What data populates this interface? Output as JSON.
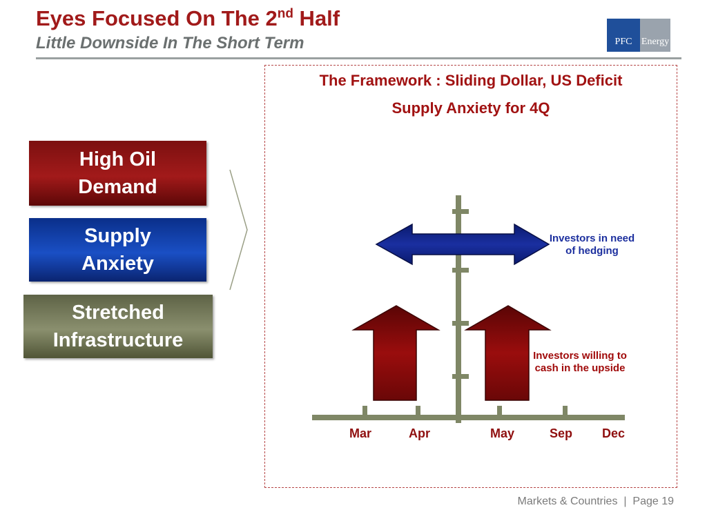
{
  "header": {
    "title_main": "Eyes Focused On The 2",
    "title_sup": "nd",
    "title_tail": " Half",
    "subtitle": "Little Downside In The Short Term",
    "logo_left": "PFC",
    "logo_right": "Energy"
  },
  "factors": [
    {
      "line1": "High Oil",
      "line2": "Demand",
      "color": "#8b1414"
    },
    {
      "line1": "Supply",
      "line2": "Anxiety",
      "color": "#1440a8"
    },
    {
      "line1": "Stretched",
      "line2": "Infrastructure",
      "color": "#74795a"
    }
  ],
  "framework": {
    "title_line1": "The Framework : Sliding Dollar, US Deficit",
    "title_line2": "Supply Anxiety for 4Q",
    "hedge_label": "Investors in need of hedging",
    "cash_label": "Investors willing to cash in  the upside",
    "months": [
      "Mar",
      "Apr",
      "May",
      "Sep",
      "Dec"
    ],
    "colors": {
      "axis": "#7f8766",
      "double_arrow": "#142687",
      "up_arrow": "#8a0b0b",
      "label_text": "#8f0f0f"
    }
  },
  "footer": {
    "text": "Markets & Countries  |  Page 19"
  }
}
